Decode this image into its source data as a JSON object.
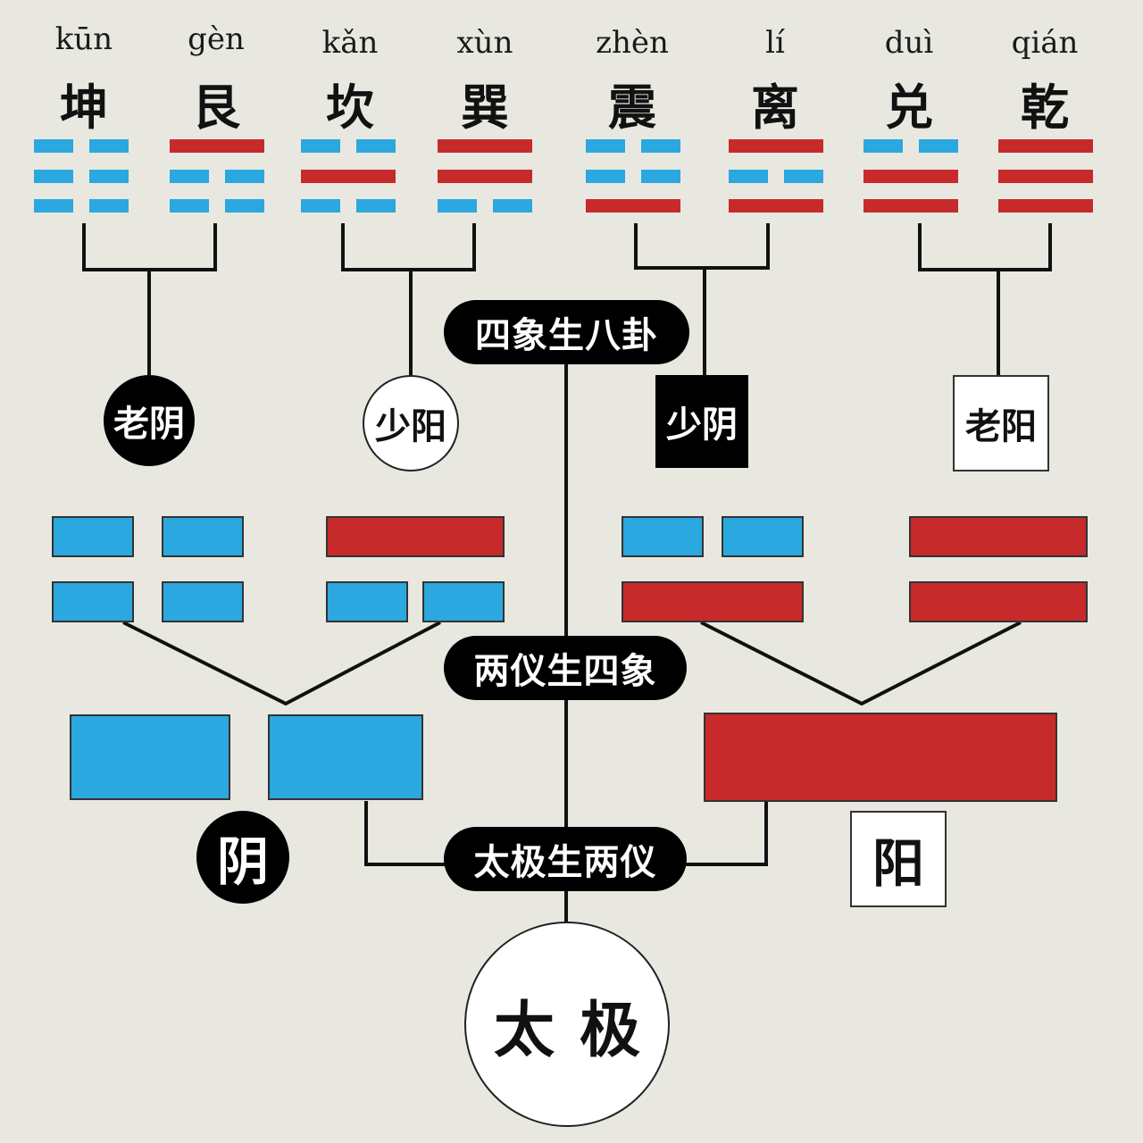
{
  "colors": {
    "yin": "#2aa8df",
    "yang": "#c72a2a",
    "background": "#e9e8e0",
    "line": "#111111"
  },
  "trigrams": [
    {
      "pinyin": "kūn",
      "name": "坤",
      "lines": [
        "yin",
        "yin",
        "yin"
      ]
    },
    {
      "pinyin": "gèn",
      "name": "艮",
      "lines": [
        "yang",
        "yin",
        "yin"
      ]
    },
    {
      "pinyin": "kǎn",
      "name": "坎",
      "lines": [
        "yin",
        "yang",
        "yin"
      ]
    },
    {
      "pinyin": "xùn",
      "name": "巽",
      "lines": [
        "yang",
        "yang",
        "yin"
      ]
    },
    {
      "pinyin": "zhèn",
      "name": "震",
      "lines": [
        "yin",
        "yin",
        "yang"
      ]
    },
    {
      "pinyin": "lí",
      "name": "离",
      "lines": [
        "yang",
        "yin",
        "yang"
      ]
    },
    {
      "pinyin": "duì",
      "name": "兑",
      "lines": [
        "yin",
        "yang",
        "yang"
      ]
    },
    {
      "pinyin": "qián",
      "name": "乾",
      "lines": [
        "yang",
        "yang",
        "yang"
      ]
    }
  ],
  "four_images": [
    {
      "label": "老阴",
      "style": "black-circle"
    },
    {
      "label": "少阳",
      "style": "white-circle"
    },
    {
      "label": "少阴",
      "style": "black-square"
    },
    {
      "label": "老阳",
      "style": "white-square"
    }
  ],
  "stage_labels": {
    "four_to_eight": "四象生八卦",
    "two_to_four": "两仪生四象",
    "taiji_to_two": "太极生两仪"
  },
  "two_modes": {
    "yin": "阴",
    "yang": "阳"
  },
  "taiji": "太极"
}
